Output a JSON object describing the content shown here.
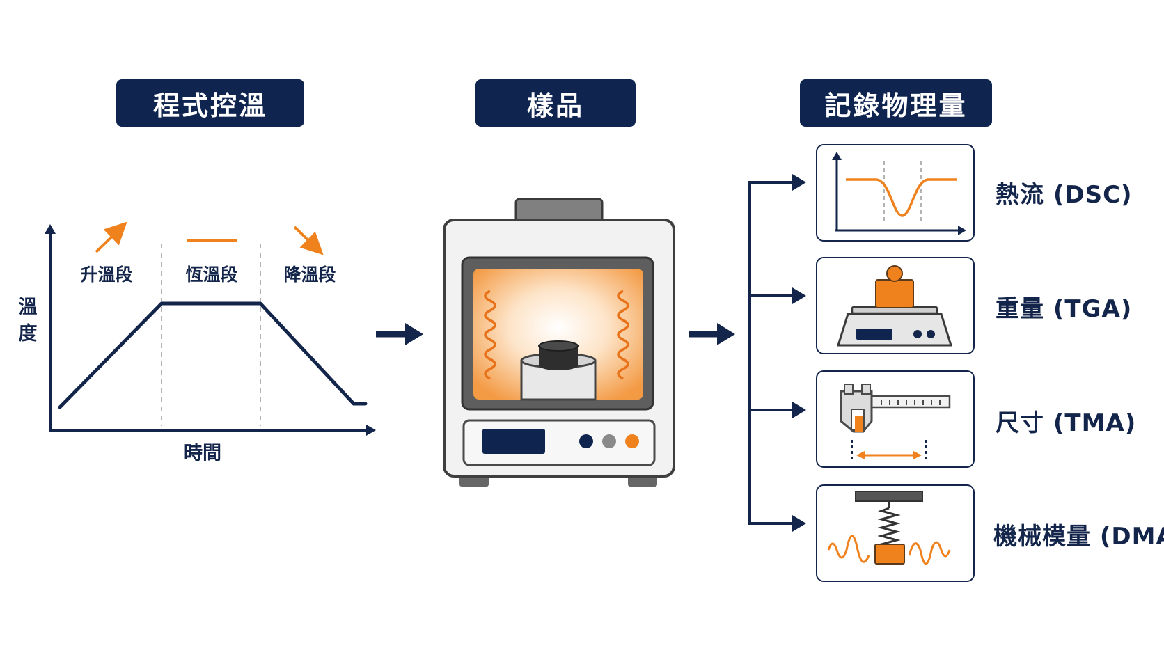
{
  "headers": {
    "program": "程式控溫",
    "sample": "樣品",
    "record": "記錄物理量"
  },
  "temperature_program": {
    "y_axis_label_1": "溫",
    "y_axis_label_2": "度",
    "x_axis_label": "時間",
    "segments": [
      {
        "label": "升溫段",
        "symbol": "rising-arrow-icon"
      },
      {
        "label": "恆溫段",
        "symbol": "flat-line-icon"
      },
      {
        "label": "降溫段",
        "symbol": "falling-arrow-icon"
      }
    ]
  },
  "outputs": [
    {
      "label": "熱流 (DSC)",
      "icon": "dsc-curve-icon"
    },
    {
      "label": "重量 (TGA)",
      "icon": "balance-scale-icon"
    },
    {
      "label": "尺寸 (TMA)",
      "icon": "caliper-icon"
    },
    {
      "label": "機械模量 (DMA)",
      "icon": "spring-oscillation-icon"
    }
  ],
  "colors": {
    "navy": "#0f2550",
    "orange": "#f0821e",
    "panel_gray": "#f2f2f2",
    "outline": "#4a4a4a"
  }
}
